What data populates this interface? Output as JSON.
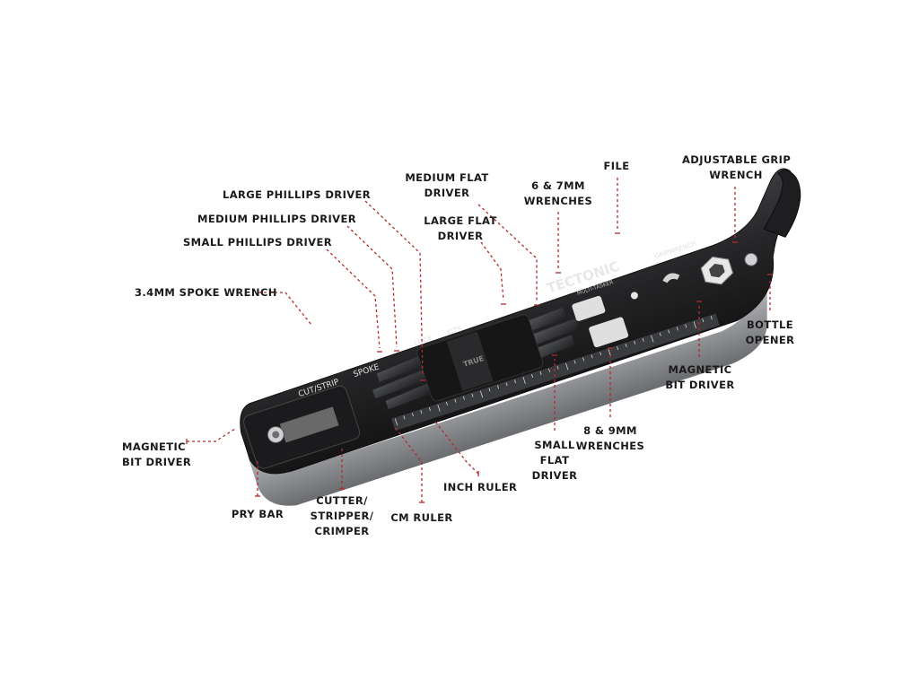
{
  "callouts": {
    "large_phillips": "LARGE PHILLIPS DRIVER",
    "medium_phillips": "MEDIUM PHILLIPS DRIVER",
    "small_phillips": "SMALL PHILLIPS DRIVER",
    "spoke_wrench": "3.4MM SPOKE WRENCH",
    "medium_flat": "MEDIUM FLAT\nDRIVER",
    "large_flat": "LARGE FLAT\nDRIVER",
    "wrenches_6_7": "6 & 7MM\nWRENCHES",
    "file": "FILE",
    "adjustable_grip": "ADJUSTABLE GRIP\nWRENCH",
    "bottle_opener": "BOTTLE\nOPENER",
    "magnetic_bit_driver_right": "MAGNETIC\nBIT DRIVER",
    "wrenches_8_9": "8 & 9MM\nWRENCHES",
    "small_flat": "SMALL\nFLAT\nDRIVER",
    "inch_ruler": "INCH RULER",
    "cm_ruler": "CM RULER",
    "cutter": "CUTTER/\nSTRIPPER/\nCRIMPER",
    "pry_bar": "PRY BAR",
    "magnetic_bit_driver_left": "MAGNETIC\nBIT DRIVER"
  },
  "tool_markings": {
    "brand": "TECTONIC",
    "subbrand": "MULTI-TASKER",
    "grip_wrench": "GRIPWRENCH",
    "spoke": "SPOKE",
    "cut_strip": "CUT/STRIP",
    "lock": "LOCK",
    "bits": "BITS",
    "holder_brand": "TRUE"
  },
  "colors": {
    "leader_line": "#b52a2a",
    "tool_body": "#2b2b2d",
    "tool_edge": "#8d8f93",
    "label_text": "#1a1a1a"
  }
}
